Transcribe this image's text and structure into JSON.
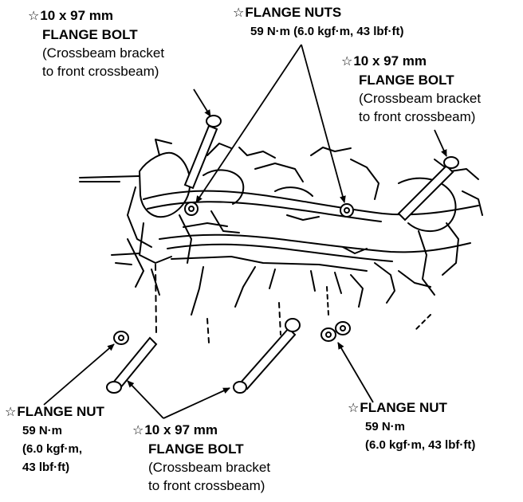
{
  "callouts": {
    "top_left": {
      "star": "☆",
      "title": "10 x 97 mm",
      "subtitle": "FLANGE BOLT",
      "note_1": "(Crossbeam bracket",
      "note_2": "to front crossbeam)"
    },
    "top_center": {
      "star": "☆",
      "title": "FLANGE NUTS",
      "torque": "59 N·m (6.0 kgf·m, 43 lbf·ft)"
    },
    "top_right": {
      "star": "☆",
      "title": "10 x 97 mm",
      "subtitle": "FLANGE BOLT",
      "note_1": "(Crossbeam bracket",
      "note_2": "to front crossbeam)"
    },
    "bottom_left": {
      "star": "☆",
      "title": "FLANGE NUT",
      "torque_1": "59 N·m",
      "torque_2": "(6.0 kgf·m,",
      "torque_3": "43 lbf·ft)"
    },
    "bottom_center": {
      "star": "☆",
      "title": "10 x 97 mm",
      "subtitle": "FLANGE BOLT",
      "note_1": "(Crossbeam bracket",
      "note_2": "to front crossbeam)"
    },
    "bottom_right": {
      "star": "☆",
      "title": "FLANGE NUT",
      "torque_1": "59 N·m",
      "torque_2": "(6.0 kgf·m, 43 lbf·ft)"
    }
  }
}
